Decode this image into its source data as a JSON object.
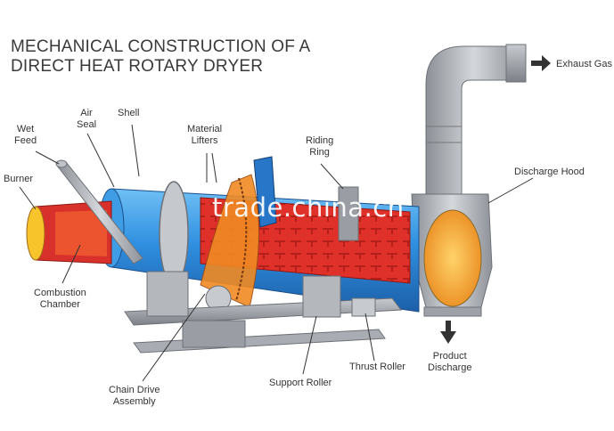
{
  "title": {
    "line1": "MECHANICAL CONSTRUCTION OF A",
    "line2": "DIRECT HEAT ROTARY DRYER"
  },
  "labels": {
    "wet_feed": "Wet\nFeed",
    "air_seal": "Air\nSeal",
    "shell": "Shell",
    "material_lifters": "Material\nLifters",
    "riding_ring": "Riding\nRing",
    "exhaust_gas": "Exhaust Gas",
    "discharge_hood": "Discharge Hood",
    "burner": "Burner",
    "combustion_chamber": "Combustion\nChamber",
    "chain_drive_assembly": "Chain Drive\nAssembly",
    "support_roller": "Support Roller",
    "thrust_roller": "Thrust Roller",
    "product_discharge": "Product\nDischarge"
  },
  "watermark": "trade.china.cn",
  "colors": {
    "shell_blue": "#2f8fe0",
    "interior_red": "#e0302a",
    "steel_gray": "#a9adb3",
    "flame_orange": "#f39a1e"
  }
}
